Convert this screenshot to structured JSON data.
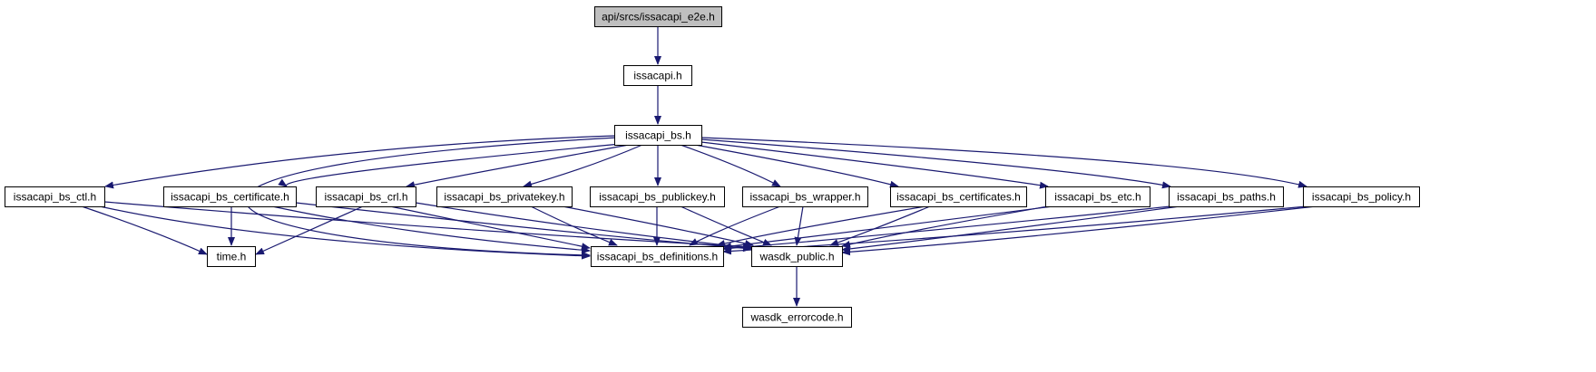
{
  "diagram": {
    "type": "include-dependency-graph",
    "colors": {
      "edge": "#191970",
      "root_fill": "#bfbfbf",
      "node_fill": "#ffffff",
      "node_border": "#000000",
      "external_border": "#bfbfbf",
      "external_text": "#000000"
    },
    "nodes": [
      {
        "id": "root",
        "label": "api/srcs/issacapi_e2e.h",
        "style": "root"
      },
      {
        "id": "issacapi",
        "label": "issacapi.h",
        "style": "normal"
      },
      {
        "id": "bs",
        "label": "issacapi_bs.h",
        "style": "normal"
      },
      {
        "id": "ctl",
        "label": "issacapi_bs_ctl.h",
        "style": "normal"
      },
      {
        "id": "certificate",
        "label": "issacapi_bs_certificate.h",
        "style": "normal"
      },
      {
        "id": "crl",
        "label": "issacapi_bs_crl.h",
        "style": "normal"
      },
      {
        "id": "privatekey",
        "label": "issacapi_bs_privatekey.h",
        "style": "normal"
      },
      {
        "id": "publickey",
        "label": "issacapi_bs_publickey.h",
        "style": "normal"
      },
      {
        "id": "wrapper",
        "label": "issacapi_bs_wrapper.h",
        "style": "normal"
      },
      {
        "id": "certificates",
        "label": "issacapi_bs_certificates.h",
        "style": "normal"
      },
      {
        "id": "etc",
        "label": "issacapi_bs_etc.h",
        "style": "normal"
      },
      {
        "id": "paths",
        "label": "issacapi_bs_paths.h",
        "style": "normal"
      },
      {
        "id": "policy",
        "label": "issacapi_bs_policy.h",
        "style": "normal"
      },
      {
        "id": "time",
        "label": "time.h",
        "style": "external"
      },
      {
        "id": "definitions",
        "label": "issacapi_bs_definitions.h",
        "style": "normal"
      },
      {
        "id": "wasdk_public",
        "label": "wasdk_public.h",
        "style": "normal"
      },
      {
        "id": "errorcode",
        "label": "wasdk_errorcode.h",
        "style": "normal"
      }
    ],
    "edges": [
      {
        "from": "root",
        "to": "issacapi"
      },
      {
        "from": "issacapi",
        "to": "bs"
      },
      {
        "from": "bs",
        "to": "ctl"
      },
      {
        "from": "bs",
        "to": "certificate"
      },
      {
        "from": "bs",
        "to": "crl"
      },
      {
        "from": "bs",
        "to": "privatekey"
      },
      {
        "from": "bs",
        "to": "publickey"
      },
      {
        "from": "bs",
        "to": "wrapper"
      },
      {
        "from": "bs",
        "to": "certificates"
      },
      {
        "from": "bs",
        "to": "etc"
      },
      {
        "from": "bs",
        "to": "paths"
      },
      {
        "from": "bs",
        "to": "policy"
      },
      {
        "from": "bs",
        "to": "definitions"
      },
      {
        "from": "ctl",
        "to": "time"
      },
      {
        "from": "ctl",
        "to": "definitions"
      },
      {
        "from": "ctl",
        "to": "wasdk_public"
      },
      {
        "from": "certificate",
        "to": "time"
      },
      {
        "from": "certificate",
        "to": "definitions"
      },
      {
        "from": "certificate",
        "to": "wasdk_public"
      },
      {
        "from": "crl",
        "to": "time"
      },
      {
        "from": "crl",
        "to": "definitions"
      },
      {
        "from": "crl",
        "to": "wasdk_public"
      },
      {
        "from": "privatekey",
        "to": "definitions"
      },
      {
        "from": "privatekey",
        "to": "wasdk_public"
      },
      {
        "from": "publickey",
        "to": "definitions"
      },
      {
        "from": "publickey",
        "to": "wasdk_public"
      },
      {
        "from": "wrapper",
        "to": "definitions"
      },
      {
        "from": "wrapper",
        "to": "wasdk_public"
      },
      {
        "from": "certificates",
        "to": "definitions"
      },
      {
        "from": "certificates",
        "to": "wasdk_public"
      },
      {
        "from": "etc",
        "to": "definitions"
      },
      {
        "from": "etc",
        "to": "wasdk_public"
      },
      {
        "from": "paths",
        "to": "definitions"
      },
      {
        "from": "paths",
        "to": "wasdk_public"
      },
      {
        "from": "policy",
        "to": "definitions"
      },
      {
        "from": "policy",
        "to": "wasdk_public"
      },
      {
        "from": "wasdk_public",
        "to": "errorcode"
      }
    ]
  }
}
